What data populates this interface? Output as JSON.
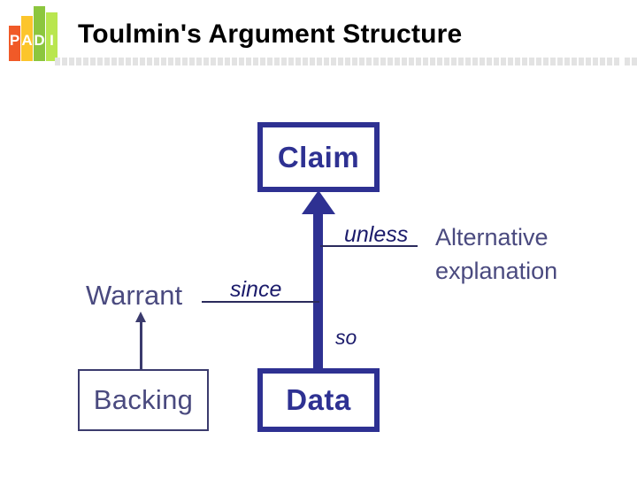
{
  "header": {
    "title": "Toulmin's Argument Structure",
    "logo": {
      "name": "PADI",
      "letters": [
        "P",
        "A",
        "D",
        "I"
      ],
      "bar_colors": [
        "#f05a28",
        "#fcc52c",
        "#8cc63e",
        "#b9e64f"
      ]
    },
    "rule_color": "#e3e3e3"
  },
  "diagram": {
    "type": "toulmin-argument-structure",
    "accent_color": "#2e3192",
    "secondary_color": "#4a4a7f",
    "nodes": [
      {
        "id": "claim",
        "label": "Claim",
        "style": "thick"
      },
      {
        "id": "data",
        "label": "Data",
        "style": "thick"
      },
      {
        "id": "backing",
        "label": "Backing",
        "style": "thin"
      },
      {
        "id": "warrant",
        "label": "Warrant",
        "style": "plain"
      }
    ],
    "free_text": {
      "alternative_explanation": "Alternative explanation"
    },
    "connectors": [
      {
        "id": "so",
        "label": "so",
        "from": "data",
        "to": "claim"
      },
      {
        "id": "since",
        "label": "since",
        "from": "warrant",
        "to": "claim"
      },
      {
        "id": "unless",
        "label": "unless",
        "from": "claim",
        "to": "alternative-explanation"
      },
      {
        "id": "backing-to-warrant",
        "label": "",
        "from": "backing",
        "to": "warrant"
      }
    ]
  }
}
